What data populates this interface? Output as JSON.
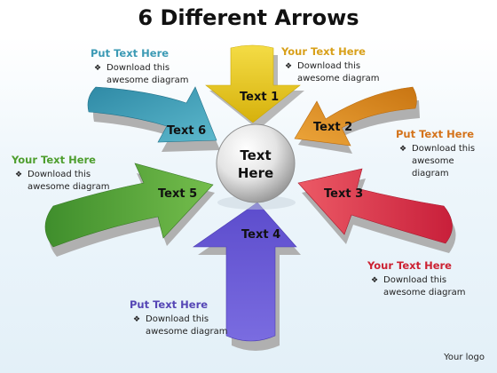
{
  "title": "6 Different Arrows",
  "center": {
    "line1": "Text",
    "line2": "Here"
  },
  "arrows": [
    {
      "label": "Text 1",
      "color": "#e8c51a"
    },
    {
      "label": "Text 2",
      "color": "#d98a1c"
    },
    {
      "label": "Text 3",
      "color": "#d8354a"
    },
    {
      "label": "Text 4",
      "color": "#7565d8"
    },
    {
      "label": "Text 5",
      "color": "#5aa53c"
    },
    {
      "label": "Text 6",
      "color": "#3d9cb5"
    }
  ],
  "callouts": [
    {
      "heading": "Put Text Here",
      "color": "#3b9ab4",
      "bullet": "❖",
      "line1": "Download this",
      "line2": "awesome diagram"
    },
    {
      "heading": "Your Text Here",
      "color": "#d8a019",
      "bullet": "❖",
      "line1": "Download this",
      "line2": "awesome diagram"
    },
    {
      "heading": "Put Text Here",
      "color": "#d4731a",
      "bullet": "❖",
      "line1": "Download this",
      "line2": "awesome diagram"
    },
    {
      "heading": "Your Text Here",
      "color": "#4e9e2e",
      "bullet": "❖",
      "line1": "Download this",
      "line2": "awesome diagram"
    },
    {
      "heading": "Your Text Here",
      "color": "#cc2233",
      "bullet": "❖",
      "line1": "Download this",
      "line2": "awesome diagram"
    },
    {
      "heading": "Put Text Here",
      "color": "#5546b5",
      "bullet": "❖",
      "line1": "Download this",
      "line2": "awesome diagram"
    }
  ],
  "logo": "Your logo"
}
